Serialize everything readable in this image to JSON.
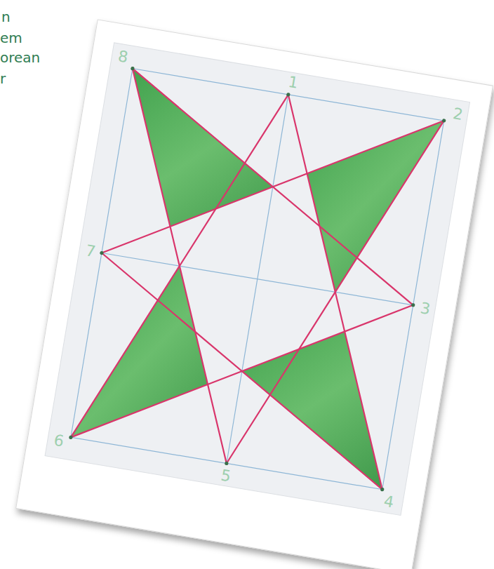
{
  "diagram": {
    "labels": [
      "n",
      "em",
      "orean",
      "r",
      "8",
      "1",
      "2",
      "7",
      "3",
      "6",
      "5",
      "4"
    ]
  }
}
